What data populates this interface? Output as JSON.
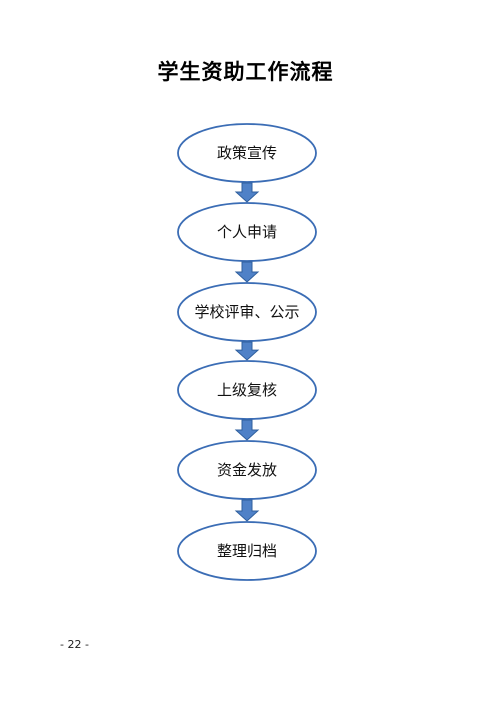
{
  "document": {
    "title": "学生资助工作流程",
    "page_number": "- 22 -"
  },
  "flowchart": {
    "steps": [
      {
        "label": "政策宣传"
      },
      {
        "label": "个人申请"
      },
      {
        "label": "学校评审、公示"
      },
      {
        "label": "上级复核"
      },
      {
        "label": "资金发放"
      },
      {
        "label": "整理归档"
      }
    ]
  },
  "colors": {
    "node_stroke": "#3b6db5",
    "node_fill": "#ffffff",
    "arrow_fill": "#4f81c7",
    "arrow_stroke": "#2f5f9e"
  }
}
